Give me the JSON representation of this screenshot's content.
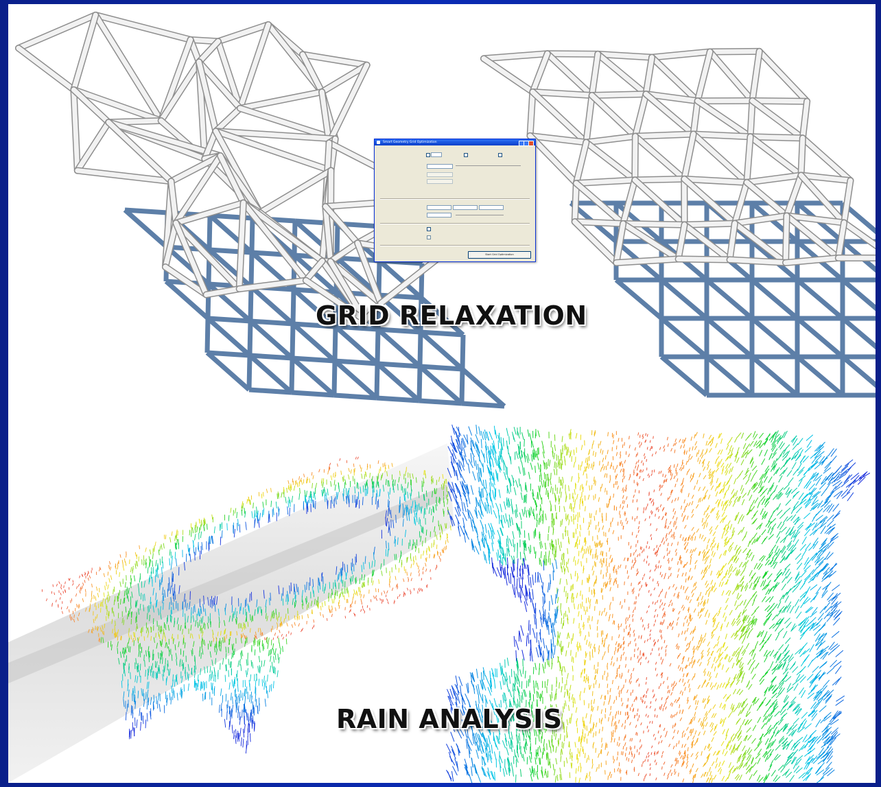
{
  "captions": {
    "grid": "GRID RELAXATION",
    "rain": "RAIN ANALYSIS"
  },
  "dialog": {
    "title": "Smart Geometry Grid Optimization",
    "button_label": "Start Grid Optimization"
  },
  "colors": {
    "background_blue": "#0a2bb4",
    "tube": "#f2f2f2",
    "tube_edge": "#8e8e8e",
    "shadow_grid": "#5d7fa8",
    "window_title": "#1a56e0"
  },
  "icons": {
    "window_controls": "minimize-maximize-close-icons"
  }
}
